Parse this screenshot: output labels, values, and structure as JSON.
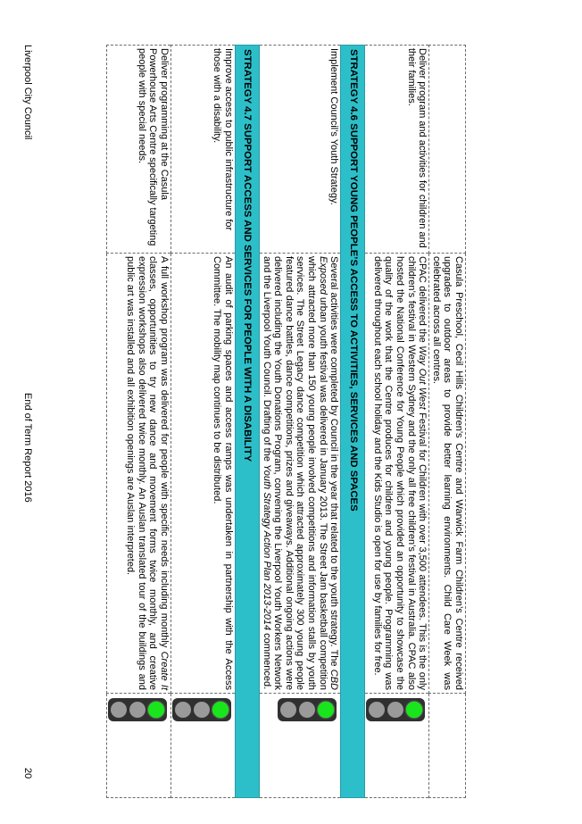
{
  "rows": {
    "casula": {
      "action": "",
      "comment": "Casula Preschool, Cecil Hills Children’s Centre and Warwick Farm Children’s Centre received upgrades to outdoor areas to provide better learning environments. Child Care Week was celebrated across all centres."
    },
    "cpac": {
      "action": "Deliver program and activities for children and their families.",
      "comment_before": "CPAC delivered the ",
      "comment_italic": "Way Out West",
      "comment_after": " Festival for Children with over 3,500 attendees. This is the only children’s festival in Western Sydney and the only all free children’s festival in Australia. CPAC also hosted the National Conference for Young People which provided an opportunity to showcase the quality of the work that the Centre produces for children and young people. Programming was delivered throughout each school holiday and the Kids Studio is open for use by families for free.",
      "status": "green"
    },
    "youth": {
      "action": "Implement Council’s Youth Strategy.",
      "comment_1": "Several activities were completed by Council in the year that related to the youth strategy. The ",
      "comment_2_italic": "CBD Exposed",
      "comment_3": " urban youth festival was delivered in January 2013. The Street Jam basketball competition which attracted more than 150 young people involved competitions and information stalls by youth services. The Street Legacy dance competition which attracted approximately 300 young people featured dance battles, dance competitions, prizes and giveaways. Additional ongoing actions were delivered including the Youth Donations Program, convening the Liverpool Youth Workers Network and the Liverpool Youth Council. Drafting of the ",
      "comment_4_italic": "Youth Strategy Action Plan 2013-2014",
      "comment_5": " commenced.",
      "status": "green"
    },
    "access": {
      "action": "Improve access to public infrastructure for those with a disability.",
      "comment": "An audit of parking spaces and access ramps was undertaken in partnership with the Access Committee. The mobility map continues to be distributed.",
      "status": "green"
    },
    "powerhouse": {
      "action": "Deliver programming at the Casula Powerhouse Arts Centre specifically targeting people with special needs.",
      "comment_before": "A full workshop program was delivered for people with specific needs including monthly ",
      "comment_italic": "Create It",
      "comment_after": " classes, opportunities to try new dance and movement forms twice monthly, and creative expression workshops also delivered twice monthly. An Auslan translated tour of the buildings and public art was installed and all exhibition openings are Auslan interpreted.",
      "status": "green"
    }
  },
  "strategies": {
    "s46": "STRATEGY 4.6 SUPPORT YOUNG PEOPLE’S ACCESS TO ACTIVITIES, SERVICES AND SPACES",
    "s47": "STRATEGY 4.7 SUPPORT ACCESS AND SERVICES FOR PEOPLE WITH A DISABILITY"
  },
  "footer": {
    "organisation": "Liverpool City Council",
    "report": "End of Term Report 2016",
    "page_number": "20"
  },
  "colors": {
    "strategy_banner": "#2cbfc9",
    "light_on": "#19e51c",
    "light_off": "#9a9a9a"
  }
}
